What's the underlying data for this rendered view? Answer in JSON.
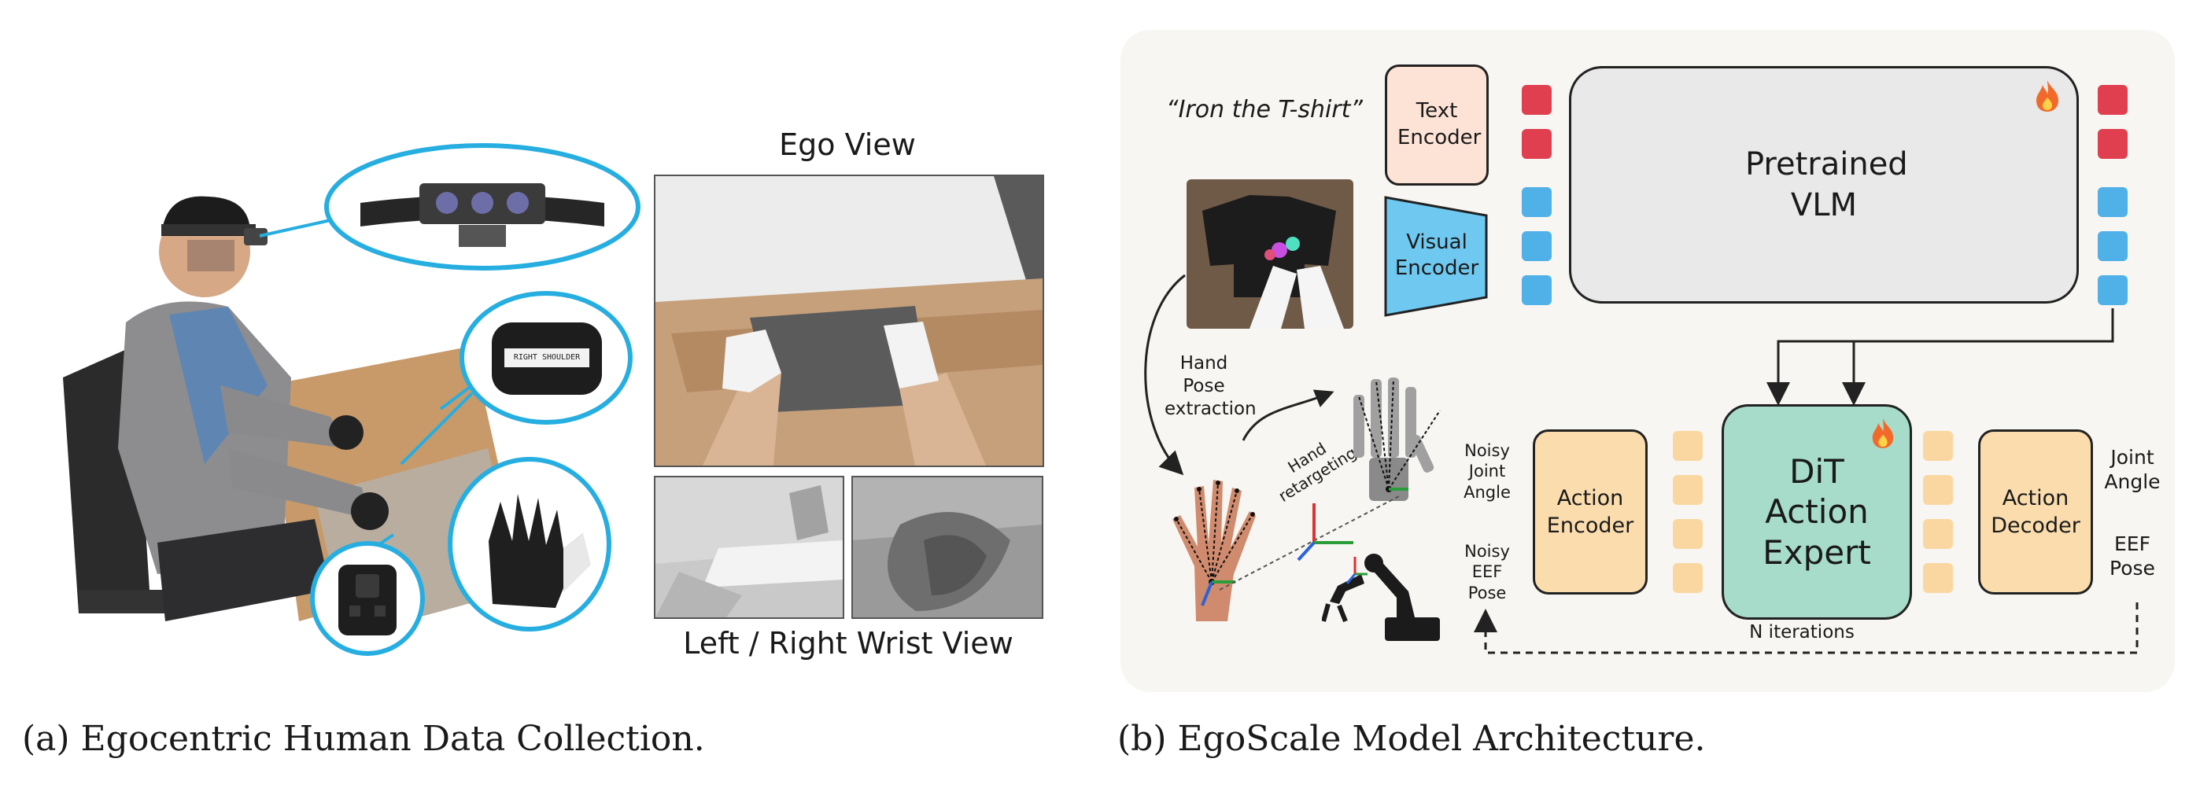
{
  "panel_a": {
    "ego_view_title": "Ego View",
    "wrist_view_title": "Left / Right Wrist View",
    "shoulder_tag_text": "RIGHT SHOULDER",
    "caption": "(a) Egocentric Human Data Collection."
  },
  "panel_b": {
    "instruction": "“Iron the T-shirt”",
    "text_encoder": "Text Encoder",
    "visual_encoder": "Visual Encoder",
    "vlm": "Pretrained VLM",
    "hand_pose_extraction": "Hand Pose extraction",
    "hand_retargeting": "Hand retargeting",
    "noisy_joint_angle": "Noisy Joint Angle",
    "noisy_eef_pose": "Noisy EEF Pose",
    "action_encoder": "Action Encoder",
    "dit_action_expert": "DiT Action Expert",
    "action_decoder": "Action Decoder",
    "joint_angle": "Joint Angle",
    "eef_pose": "EEF Pose",
    "n_iterations": "N iterations",
    "caption": "(b) EgoScale Model Architecture."
  },
  "colors": {
    "oval_outline": "#27aee0",
    "text_encoder_fill": "#fde3d6",
    "visual_encoder_fill": "#6ec8f0",
    "vlm_fill": "#e9e9e9",
    "action_box_fill": "#fbdcad",
    "dit_fill": "#a6dcc9",
    "token_red": "#e03f4f",
    "token_blue": "#4fb1e8",
    "token_orange": "#fad7a0",
    "panel_background": "#f8f6f2"
  },
  "icons": [
    "flame-icon",
    "robot-arm-icon",
    "robot-hand-icon",
    "human-hand-icon",
    "vr-headset-icon"
  ]
}
